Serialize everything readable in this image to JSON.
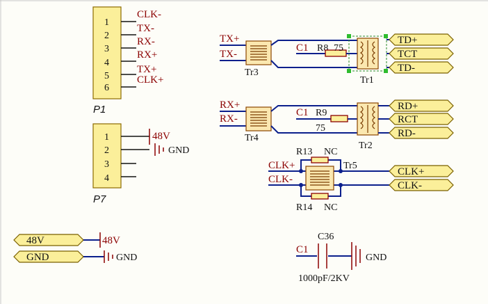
{
  "connectors": [
    {
      "designator": "P1",
      "pins": [
        "1",
        "2",
        "3",
        "4",
        "5",
        "6"
      ],
      "nets": [
        "CLK-",
        "TX-",
        "RX-",
        "RX+",
        "TX+",
        "CLK+"
      ]
    },
    {
      "designator": "P7",
      "pins": [
        "1",
        "2",
        "3",
        "4"
      ],
      "nets": [
        "48V",
        "GND"
      ]
    }
  ],
  "ports_right": [
    "TD+",
    "TCT",
    "TD-",
    "RD+",
    "RCT",
    "RD-",
    "CLK+",
    "CLK-"
  ],
  "ports_left": [
    "48V",
    "GND"
  ],
  "transformers": [
    "Tr3",
    "Tr1",
    "Tr4",
    "Tr2",
    "Tr5"
  ],
  "nets_left": [
    "TX+",
    "TX-",
    "RX+",
    "RX-",
    "CLK+",
    "CLK-"
  ],
  "labels": {
    "c1_a": "C1",
    "r8": "R8",
    "r8_val": "75",
    "c1_b": "C1",
    "r9": "R9",
    "r9_val": "75",
    "r13": "R13",
    "r13_val": "NC",
    "r14": "R14",
    "r14_val": "NC",
    "c36": "C36",
    "c36_val": "1000pF/2KV",
    "c1_c": "C1",
    "p7_48v": "48V",
    "p7_gnd": "GND",
    "bl_48v": "48V",
    "bl_gnd": "GND",
    "c36_gnd": "GND"
  }
}
